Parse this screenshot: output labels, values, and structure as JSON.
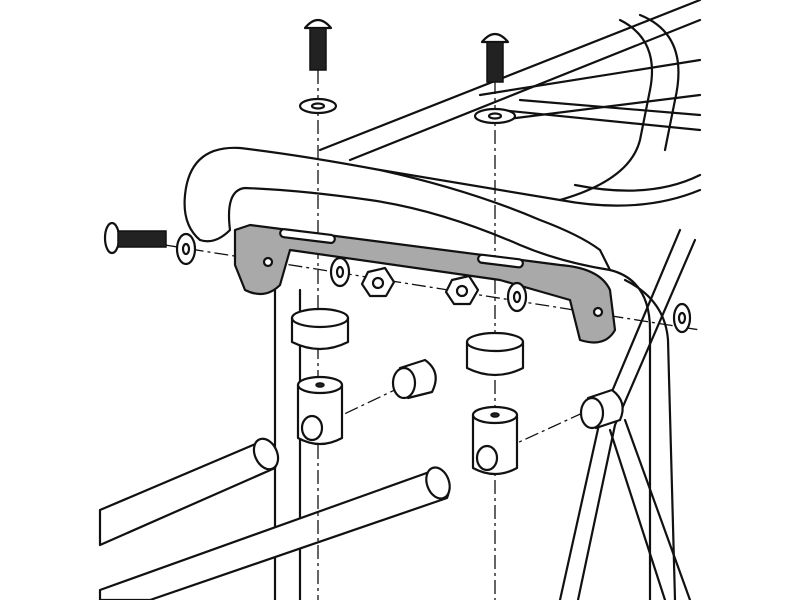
{
  "diagram": {
    "type": "exploded-assembly",
    "colors": {
      "line": "#111111",
      "bracket": "#a9a9a9",
      "background": "#ffffff"
    },
    "parts": [
      "bolt-vertical-left",
      "bolt-vertical-right",
      "bolt-horizontal",
      "washer",
      "nut",
      "spacer",
      "cross-drilled-block",
      "barrel-nut",
      "mounting-bracket",
      "rack-frame",
      "tube"
    ]
  }
}
